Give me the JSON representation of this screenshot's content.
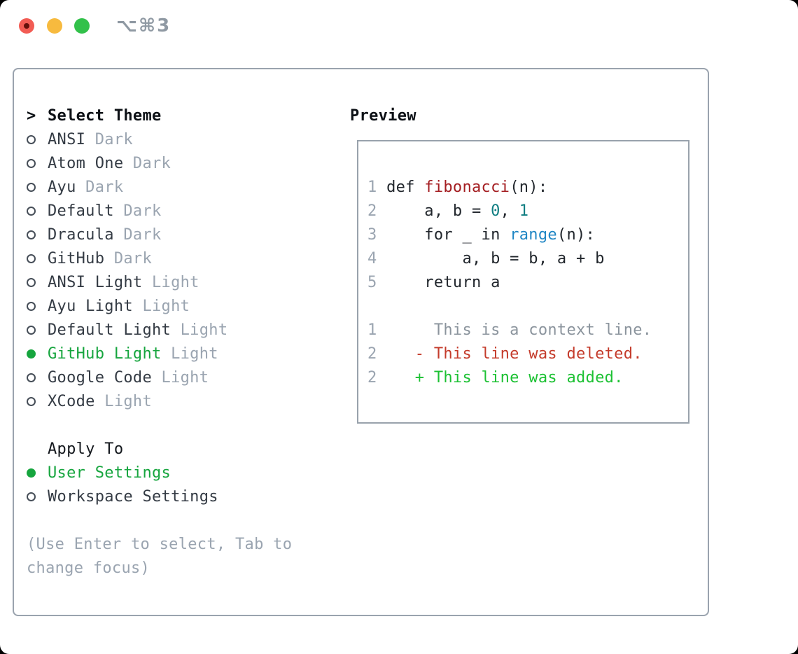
{
  "titlebar": {
    "shortcut_label": "⌥⌘3",
    "buttons": [
      "close",
      "minimize",
      "zoom"
    ]
  },
  "colors": {
    "accent_green": "#16a53e",
    "muted_gray": "#9aa4b0",
    "border_gray": "#9aa3ae",
    "deleted_red": "#c43b2b",
    "added_green": "#1cc133",
    "function_red": "#a41e22",
    "number_teal": "#0e7d81",
    "builtin_blue": "#1f86c4"
  },
  "theme_panel": {
    "header": {
      "caret": ">",
      "label": "Select Theme"
    },
    "themes": [
      {
        "name": "ANSI",
        "variant": "Dark",
        "selected": false
      },
      {
        "name": "Atom One",
        "variant": "Dark",
        "selected": false
      },
      {
        "name": "Ayu",
        "variant": "Dark",
        "selected": false
      },
      {
        "name": "Default",
        "variant": "Dark",
        "selected": false
      },
      {
        "name": "Dracula",
        "variant": "Dark",
        "selected": false
      },
      {
        "name": "GitHub",
        "variant": "Dark",
        "selected": false
      },
      {
        "name": "ANSI Light",
        "variant": "Light",
        "selected": false
      },
      {
        "name": "Ayu Light",
        "variant": "Light",
        "selected": false
      },
      {
        "name": "Default Light",
        "variant": "Light",
        "selected": false
      },
      {
        "name": "GitHub Light",
        "variant": "Light",
        "selected": true
      },
      {
        "name": "Google Code",
        "variant": "Light",
        "selected": false
      },
      {
        "name": "XCode",
        "variant": "Light",
        "selected": false
      }
    ],
    "apply_to": {
      "label": "Apply To",
      "options": [
        {
          "name": "User Settings",
          "selected": true
        },
        {
          "name": "Workspace Settings",
          "selected": false
        }
      ]
    },
    "hint_lines": [
      "(Use Enter to select, Tab to",
      "change focus)"
    ]
  },
  "preview": {
    "title": "Preview",
    "lines": [
      {
        "tokens": [
          {
            "text": "1 ",
            "style": "num"
          },
          {
            "text": "def ",
            "style": "code"
          },
          {
            "text": "fibonacci",
            "style": "function"
          },
          {
            "text": "(n):",
            "style": "code"
          }
        ]
      },
      {
        "tokens": [
          {
            "text": "2 ",
            "style": "num"
          },
          {
            "text": "    a, b = ",
            "style": "code"
          },
          {
            "text": "0",
            "style": "number"
          },
          {
            "text": ", ",
            "style": "code"
          },
          {
            "text": "1",
            "style": "number"
          }
        ]
      },
      {
        "tokens": [
          {
            "text": "3 ",
            "style": "num"
          },
          {
            "text": "    for _ in ",
            "style": "code"
          },
          {
            "text": "range",
            "style": "builtin"
          },
          {
            "text": "(n):",
            "style": "code"
          }
        ]
      },
      {
        "tokens": [
          {
            "text": "4 ",
            "style": "num"
          },
          {
            "text": "        a, b = b, a + b",
            "style": "code"
          }
        ]
      },
      {
        "tokens": [
          {
            "text": "5 ",
            "style": "num"
          },
          {
            "text": "    return a",
            "style": "code"
          }
        ]
      },
      {
        "tokens": []
      },
      {
        "tokens": [
          {
            "text": "1 ",
            "style": "num"
          },
          {
            "text": "     This is a context line.",
            "style": "context"
          }
        ]
      },
      {
        "tokens": [
          {
            "text": "2 ",
            "style": "num"
          },
          {
            "text": "   - This line was deleted.",
            "style": "deleted"
          }
        ]
      },
      {
        "tokens": [
          {
            "text": "2 ",
            "style": "num"
          },
          {
            "text": "   + This line was added.",
            "style": "added"
          }
        ]
      }
    ]
  }
}
